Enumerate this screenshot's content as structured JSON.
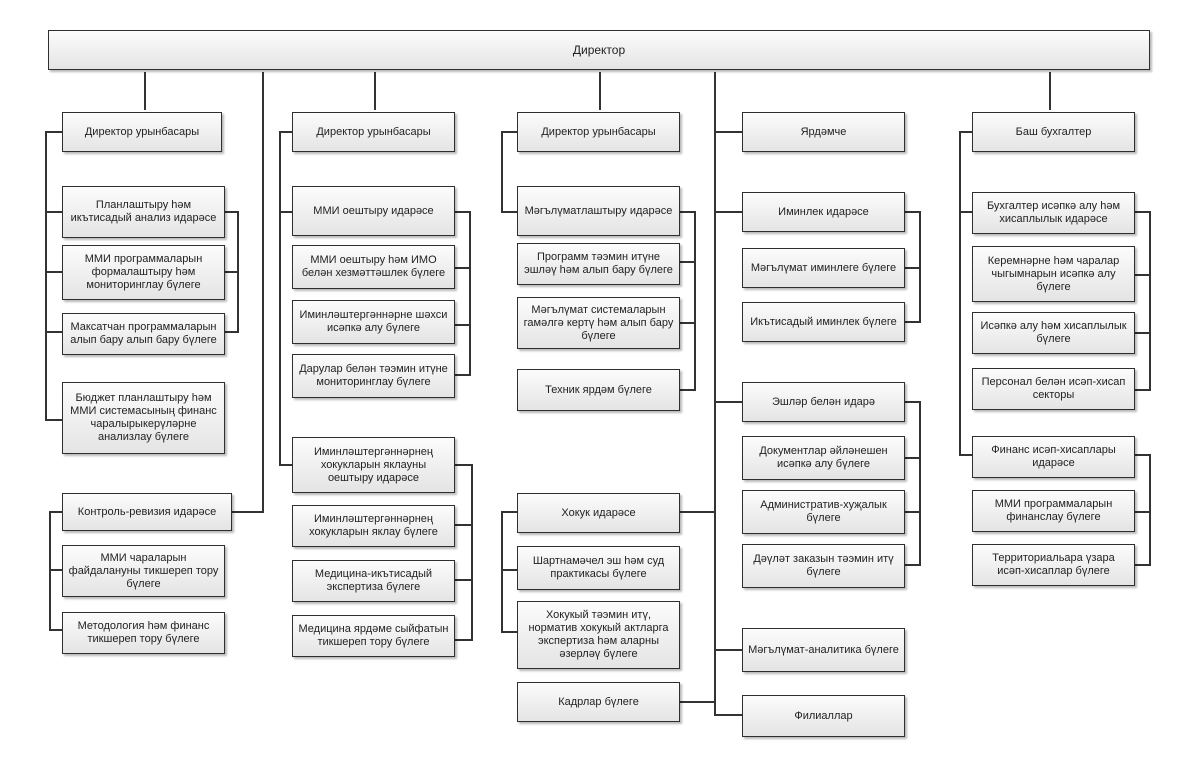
{
  "director": "Директор",
  "col1": {
    "head": "Директор урынбасары",
    "items": [
      "Планлаштыру һәм\nикътисадый анализ идарәсе",
      "ММИ программаларын\nформалаштыру һәм\nмониторинглау бүлеге",
      "Максатчан программаларын\nалып бару алып бару бүлеге",
      "Бюджет планлаштыру һәм\nММИ системасының финанс\nчаралырыкерүләрне\nанализлау бүлеге"
    ],
    "control": "Контроль-ревизия идарәсе",
    "control_items": [
      "ММИ чараларын\nфайдалануны тикшереп тору\nбүлеге",
      "Методология һәм финанс\nтикшереп тору бүлеге"
    ]
  },
  "col2": {
    "head": "Директор урынбасары",
    "mmi": "ММИ оештыру идарәсе",
    "mmi_items": [
      "ММИ оештыру һәм ИМО\nбелән хезмәттәшлек бүлеге",
      "Иминләштергәннәрне шәхси\nисәпкә алу бүлеге",
      "Дарулар белән тәэмин итүне\nмониторинглау бүлеге"
    ],
    "rights": "Иминләштергәннәрнең\nхокукларын яклауны\nоештыру идарәсе",
    "rights_items": [
      "Иминләштергәннәрнең\nхокукларын яклау бүлеге",
      "Медицина-икътисадый\nэкспертиза бүлеге",
      "Медицина ярдәме сыйфатын\nтикшереп тору бүлеге"
    ]
  },
  "col3": {
    "head": "Директор урынбасары",
    "info": "Мәгълүматлаштыру идарәсе",
    "info_items": [
      "Программ тәэмин итүне\nэшләү һәм алып бару бүлеге",
      "Мәгълүмат системаларын\nгамәлгә кертү һәм алып бару\nбүлеге",
      "Техник ярдәм бүлеге"
    ],
    "legal": "Хокук идарәсе",
    "legal_items": [
      "Шартнамәчел эш һәм суд\nпрактикасы бүлеге",
      "Хокукый тәэмин итү,\nнорматив хокукый актларга\nэкспертиза һәм аларны\nәзерләү бүлеге"
    ],
    "hr": "Кадрлар бүлеге"
  },
  "col4": {
    "head": "Ярдәмче",
    "sec": "Иминлек идарәсе",
    "sec_items": [
      "Мәгълүмат иминлеге бүлеге",
      "Икътисадый иминлек бүлеге"
    ],
    "affairs": "Эшләр белән идарә",
    "affairs_items": [
      "Документлар әйләнешен\nисәпкә алу бүлеге",
      "Административ-хуҗалык\nбүлеге",
      "Дәүләт заказын тәэмин итү\nбүлеге"
    ],
    "analytics": "Мәгълүмат-аналитика бүлеге",
    "branches": "Филиаллар"
  },
  "col5": {
    "head": "Баш бухгалтер",
    "acc": "Бухгалтер исәпкә алу һәм\nхисаплылык идарәсе",
    "acc_items": [
      "Керемнәрне һәм чаралар\nчыгымнарын исәпкә алу\nбүлеге",
      "Исәпкә алу һәм хисаплылык\nбүлеге",
      "Персонал белән исәп-хисап\nсекторы"
    ],
    "fin": "Финанс исәп-хисаплары\nидарәсе",
    "fin_items": [
      "ММИ программаларын\nфинанслау бүлеге",
      "Территориальара үзара\nисәп-хисаплар бүлеге"
    ]
  }
}
